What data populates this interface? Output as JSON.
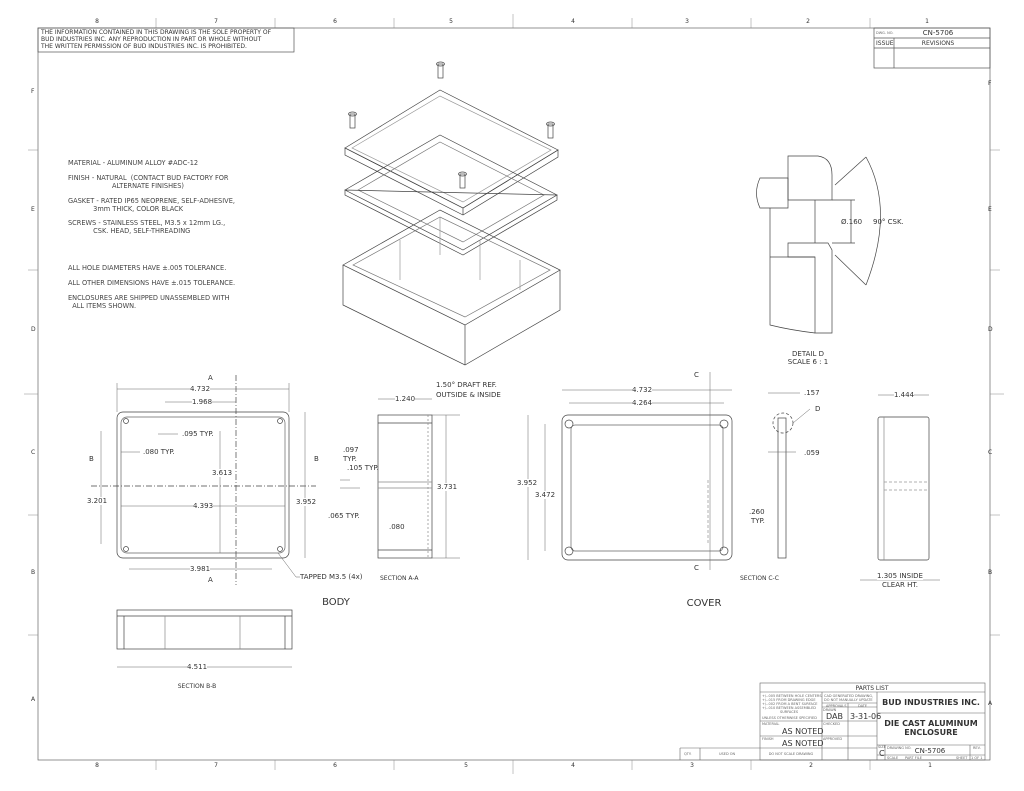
{
  "zones": {
    "columns": [
      "8",
      "7",
      "6",
      "5",
      "4",
      "3",
      "2",
      "1"
    ],
    "rows": [
      "F",
      "E",
      "D",
      "C",
      "B",
      "A"
    ]
  },
  "proprietary_notice": [
    "THE INFORMATION CONTAINED IN THIS DRAWING IS THE SOLE PROPERTY OF",
    "BUD INDUSTRIES INC. ANY REPRODUCTION IN PART OR WHOLE WITHOUT",
    "THE WRITTEN PERMISSION OF BUD INDUSTRIES INC. IS PROHIBITED."
  ],
  "revision_block": {
    "dwg_no_label": "DWG. NO.",
    "dwg_no": "CN-5706",
    "issue_label": "ISSUE",
    "revisions_label": "REVISIONS"
  },
  "notes": [
    "MATERIAL - ALUMINUM ALLOY #ADC-12",
    "FINISH - NATURAL  (CONTACT BUD FACTORY FOR\n                     ALTERNATE FINISHES)",
    "GASKET - RATED IP65 NEOPRENE, SELF-ADHESIVE,\n            3mm THICK, COLOR BLACK",
    "SCREWS - STAINLESS STEEL, M3.5 x 12mm LG.,\n            CSK. HEAD, SELF-THREADING",
    "ALL HOLE DIAMETERS HAVE ±.005 TOLERANCE.",
    "ALL OTHER DIMENSIONS HAVE ±.015 TOLERANCE.",
    "ENCLOSURES ARE SHIPPED UNASSEMBLED WITH\n  ALL ITEMS SHOWN."
  ],
  "detail_d": {
    "diameter": "Ø.160",
    "angle": "90° CSK.",
    "title": "DETAIL D",
    "scale": "SCALE 6 : 1"
  },
  "body": {
    "label": "BODY",
    "section_a": "A",
    "section_b": "B",
    "dims": {
      "overall_w": "4.732",
      "d1968": "1.968",
      "d095": ".095 TYP.",
      "d080": ".080 TYP.",
      "d3613": "3.613",
      "d4393": "4.393",
      "d3201": "3.201",
      "d3952": "3.952",
      "d3981": "3.981",
      "tapped": "TAPPED M3.5 (4x)"
    }
  },
  "section_aa": {
    "label": "SECTION A-A",
    "d1240": "1.240",
    "draft1": "1.50° DRAFT REF.",
    "draft2": "OUTSIDE & INSIDE",
    "d097a": ".097",
    "d097b": "TYP.",
    "d105": ".105 TYP.",
    "d065": ".065 TYP.",
    "d3731": "3.731",
    "d080": ".080"
  },
  "cover": {
    "label": "COVER",
    "section_c": "C",
    "dims": {
      "w4732": "4.732",
      "w4264": "4.264",
      "h3952": "3.952",
      "h3472": "3.472",
      "d260a": ".260",
      "d260b": "TYP."
    }
  },
  "section_cc": {
    "label": "SECTION C-C",
    "d157": ".157",
    "detail": "D",
    "d059": ".059"
  },
  "side_view": {
    "d1444": "1.444",
    "inside1": "1.305 INSIDE",
    "inside2": "CLEAR HT."
  },
  "section_bb": {
    "label": "SECTION B-B",
    "d4511": "4.511"
  },
  "title_block": {
    "parts_list": "PARTS LIST",
    "tolerances": [
      "+/-.005 BETWEEN HOLE CENTERS",
      "+/-.015 FROM DRAWING EDGE",
      "+/-.002 FROM A BENT SURFACE",
      "+/-.010 BETWEEN ASSEMBLED",
      "SURFACES"
    ],
    "unless": "UNLESS OTHERWISE SPECIFIED",
    "cad_note": [
      "CAD GENERATED DRAWING,",
      "DO NOT MANUALLY UPDATE"
    ],
    "approvals_label": "APPROVALS",
    "date_label": "DATE",
    "drawn_label": "DRAWN",
    "drawn_by": "DAB",
    "date": "3-31-06",
    "checked_label": "CHECKED",
    "approved_label": "APPROVED",
    "material_label": "MATERIAL",
    "material": "AS NOTED",
    "finish_label": "FINISH",
    "finish": "AS NOTED",
    "no_scale": "DO NOT SCALE DRAWING",
    "company": "BUD INDUSTRIES INC.",
    "title1": "DIE CAST ALUMINUM",
    "title2": "ENCLOSURE",
    "size_label": "SIZE",
    "size": "C",
    "dwg_no_label": "DRAWING NO.",
    "dwg_no": "CN-5706",
    "rev_label": "REV.",
    "scale_label": "SCALE",
    "part_label": "PART FILE",
    "sheet_label": "SHEET",
    "sheet": "1 OF 1",
    "qty_label": "QTY.",
    "used_on_label": "USED ON"
  }
}
